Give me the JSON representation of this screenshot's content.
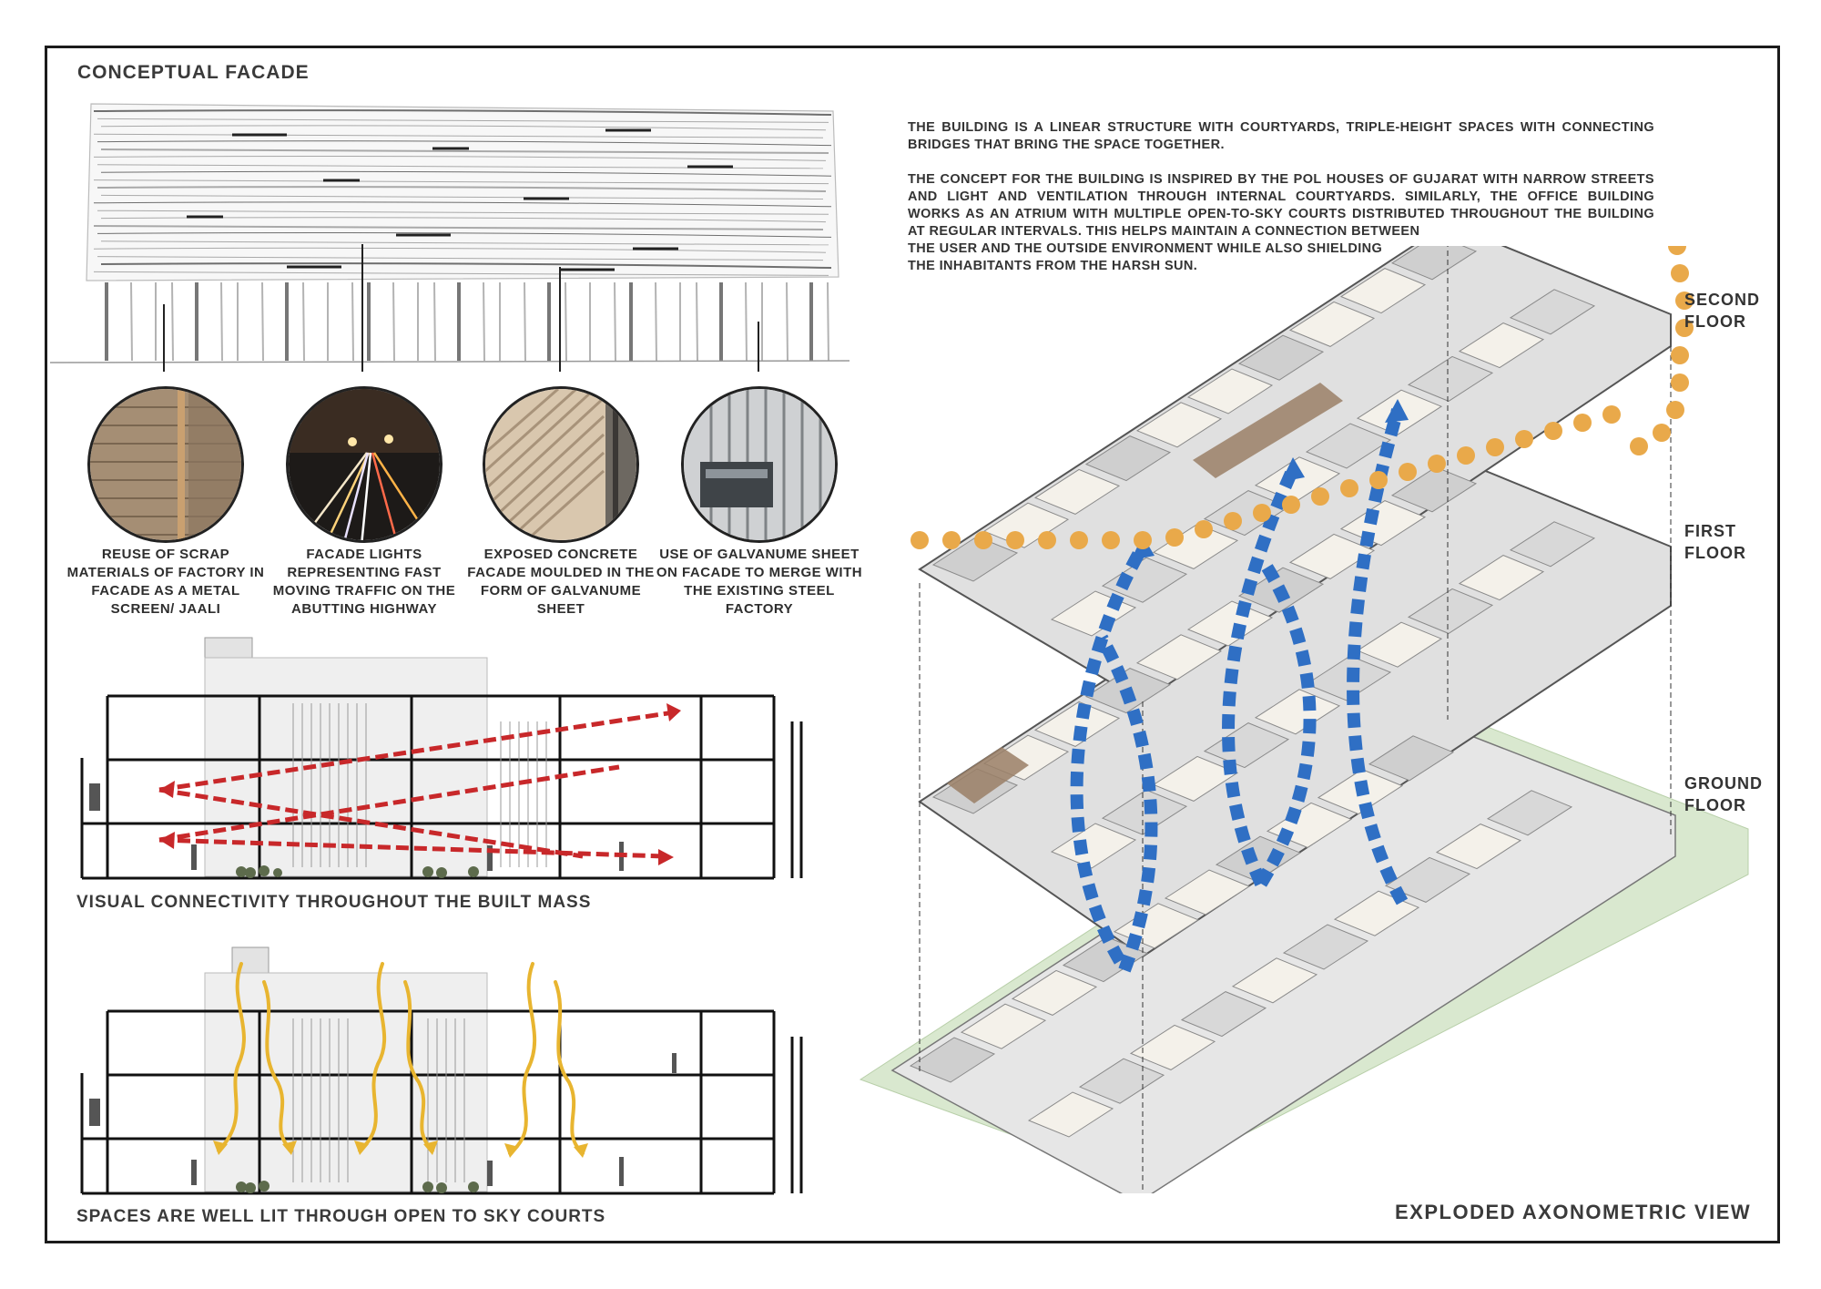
{
  "titles": {
    "conceptual_facade": "CONCEPTUAL FACADE",
    "section_visual": "VISUAL CONNECTIVITY THROUGHOUT THE BUILT MASS",
    "section_light": "SPACES ARE WELL LIT THROUGH OPEN TO SKY COURTS",
    "axonometric": "EXPLODED  AXONOMETRIC VIEW"
  },
  "facade_features": [
    {
      "caption": "REUSE OF SCRAP MATERIALS OF FACTORY IN FACADE AS A METAL SCREEN/ JAALI",
      "image": "metal-jaali-screen"
    },
    {
      "caption": "FACADE LIGHTS REPRESENTING FAST MOVING TRAFFIC ON THE ABUTTING HIGHWAY",
      "image": "highway-light-trails"
    },
    {
      "caption": "EXPOSED CONCRETE FACADE MOULDED IN THE FORM OF GALVANUME SHEET",
      "image": "ribbed-concrete"
    },
    {
      "caption": "USE OF GALVANUME SHEET ON FACADE TO MERGE WITH THE EXISTING STEEL FACTORY",
      "image": "galvanume-sheet"
    }
  ],
  "description": {
    "paragraph1": "THE BUILDING IS A LINEAR STRUCTURE WITH COURTYARDS, TRIPLE-HEIGHT SPACES WITH CONNECTING BRIDGES THAT BRING THE SPACE TOGETHER.",
    "paragraph2": "THE CONCEPT FOR THE BUILDING IS INSPIRED BY THE POL HOUSES OF GUJARAT WITH NARROW STREETS AND LIGHT AND VENTILATION THROUGH INTERNAL COURTYARDS. SIMILARLY, THE OFFICE BUILDING WORKS AS AN ATRIUM WITH MULTIPLE OPEN-TO-SKY COURTS DISTRIBUTED THROUGHOUT THE BUILDING AT REGULAR INTERVALS. THIS HELPS MAINTAIN A CONNECTION BETWEEN",
    "line3": "THE USER AND THE OUTSIDE ENVIRONMENT WHILE ALSO SHIELDING",
    "line4": "THE INHABITANTS FROM THE HARSH SUN."
  },
  "floors": [
    {
      "line1": "SECOND",
      "line2": "FLOOR"
    },
    {
      "line1": "FIRST",
      "line2": "FLOOR"
    },
    {
      "line1": "GROUND",
      "line2": "FLOOR"
    }
  ],
  "colors": {
    "arrow_red": "#c8282a",
    "arrow_blue": "#2f6fc4",
    "dots_orange": "#e9a94a",
    "sun_yellow": "#e8b530",
    "frame": "#1b1b1b",
    "slab_grey": "#dcdcdc",
    "green_ground": "#d9e8cf"
  }
}
